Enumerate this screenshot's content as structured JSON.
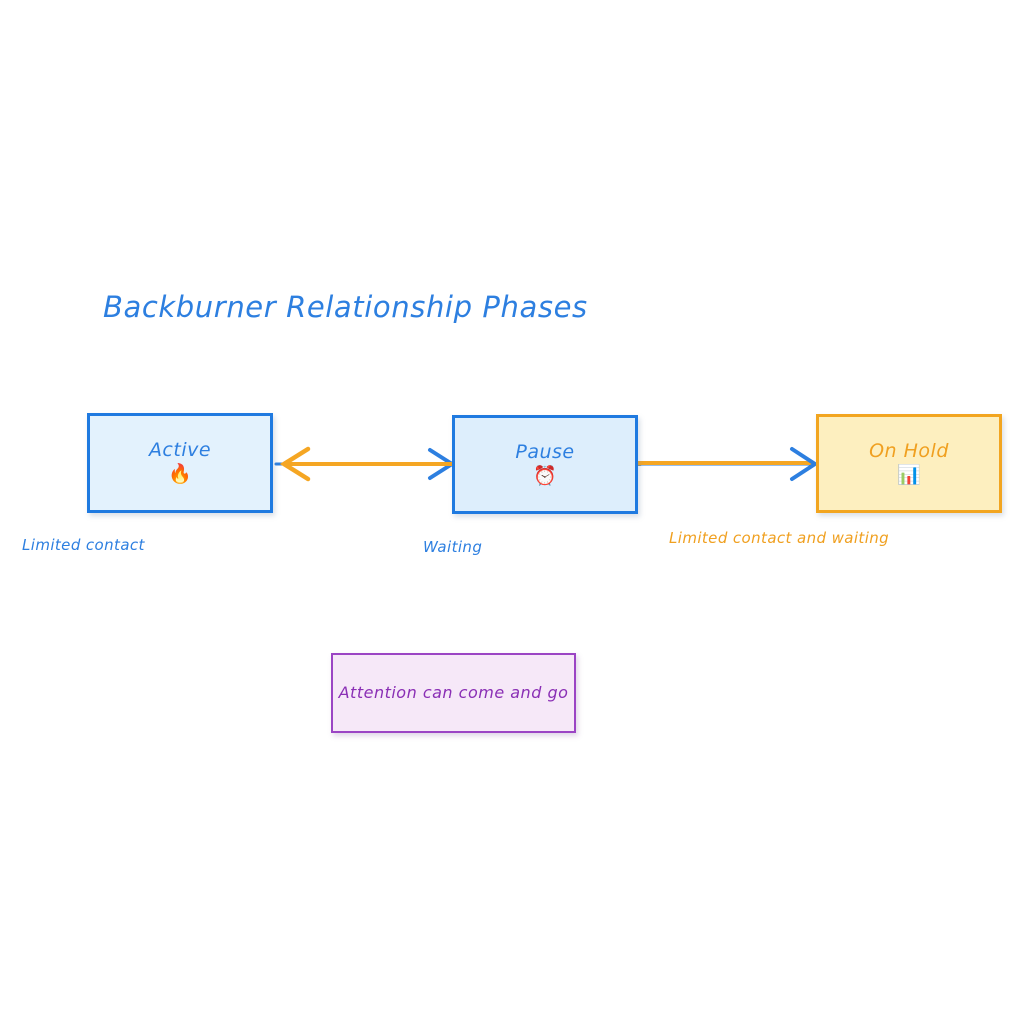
{
  "diagram": {
    "title": "Backburner Relationship Phases",
    "background_color": "#ffffff",
    "nodes": [
      {
        "id": "active",
        "label": "Active",
        "emoji": "🔥",
        "emoji_name": "fire-emoji",
        "fill": "#e3f2fd",
        "stroke": "#1f7ae0",
        "text_color": "#2d7fe0"
      },
      {
        "id": "pause",
        "label": "Pause",
        "emoji": "⏰",
        "emoji_name": "alarm-clock-emoji",
        "fill": "#ddeefc",
        "stroke": "#1f7ae0",
        "text_color": "#2d7fe0"
      },
      {
        "id": "on-hold",
        "label": "On Hold",
        "emoji": "📊",
        "emoji_name": "bar-chart-emoji",
        "fill": "#fdefbf",
        "stroke": "#f2a520",
        "text_color": "#f0a020"
      },
      {
        "id": "note",
        "label": "Attention can come and go",
        "fill": "#f6e8f8",
        "stroke": "#9b45c4",
        "text_color": "#8a2fb5"
      }
    ],
    "edges": [
      {
        "id": "pause-to-active",
        "from": "pause",
        "to": "active",
        "label": "Limited contact",
        "label_color": "#2d7fe0",
        "line_color": "#f5a623",
        "arrowhead_color": "#f5a623",
        "direction": "left"
      },
      {
        "id": "active-to-pause",
        "from": "active",
        "to": "pause",
        "label": "Waiting",
        "label_color": "#2d7fe0",
        "line_color": "#2d7fe0",
        "arrowhead_color": "#2d7fe0",
        "direction": "right"
      },
      {
        "id": "pause-to-on-hold",
        "from": "pause",
        "to": "on-hold",
        "label": "Limited contact and waiting",
        "label_color": "#f0a020",
        "line_color": "#f5a623",
        "arrowhead_color": "#2d7fe0",
        "direction": "right"
      }
    ]
  }
}
